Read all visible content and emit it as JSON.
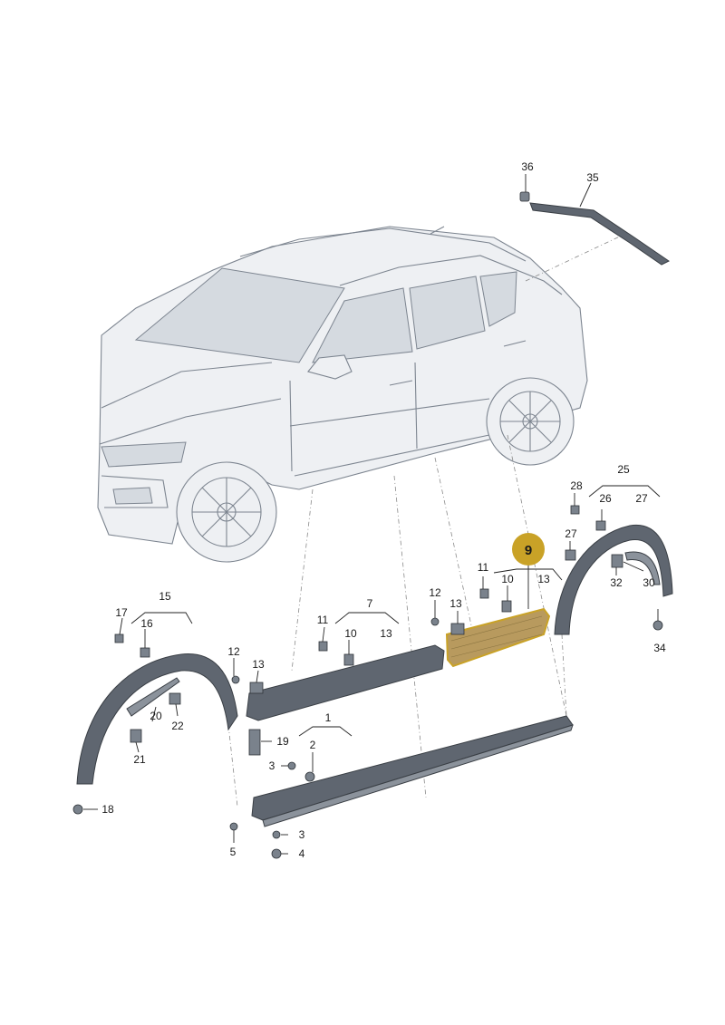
{
  "highlight": {
    "label": "9",
    "color": "#c9a227"
  },
  "labels": {
    "l1": "1",
    "l2": "2",
    "l3a": "3",
    "l3b": "3",
    "l4": "4",
    "l5": "5",
    "l7": "7",
    "l9": "9",
    "l10a": "10",
    "l10b": "10",
    "l11a": "11",
    "l11b": "11",
    "l12a": "12",
    "l12b": "12",
    "l13a": "13",
    "l13b": "13",
    "l13c": "13",
    "l13d": "13",
    "l15": "15",
    "l16": "16",
    "l17": "17",
    "l18": "18",
    "l19": "19",
    "l20": "20",
    "l21": "21",
    "l22": "22",
    "l25": "25",
    "l26": "26",
    "l27a": "27",
    "l27b": "27",
    "l28": "28",
    "l30": "30",
    "l32": "32",
    "l34": "34",
    "l35": "35",
    "l36": "36"
  }
}
